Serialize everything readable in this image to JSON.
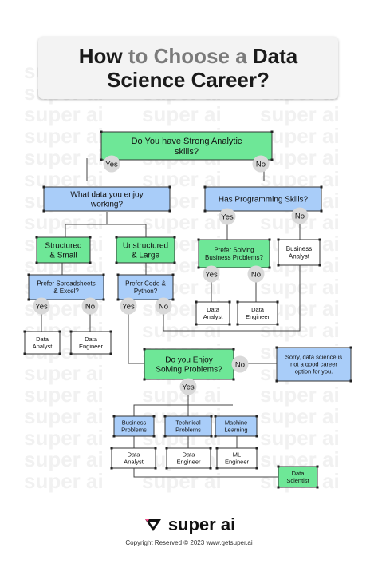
{
  "title": {
    "line1_a": "How ",
    "line1_b": "to Choose a ",
    "line1_c": "Data",
    "line2": "Science Career?"
  },
  "watermark": {
    "text": "super ai"
  },
  "colors": {
    "green": "#6ee797",
    "blue": "#a9cdf9",
    "blue_dark": "#8fbcf5",
    "white": "#ffffff",
    "circle": "#d9d9d9",
    "line": "#444444",
    "stroke": "#333333"
  },
  "nodes": {
    "q_analytic": [
      "Do You have Strong Analytic",
      "skills?"
    ],
    "q_data": [
      "What data you enjoy",
      "working?"
    ],
    "q_programming": [
      "Has Programming Skills?"
    ],
    "structured": [
      "Structured",
      "& Small"
    ],
    "unstructured": [
      "Unstructured",
      "& Large"
    ],
    "pref_spreadsheets": [
      "Prefer Spreadsheets",
      "& Excel?"
    ],
    "pref_code": [
      "Prefer Code &",
      "Python?"
    ],
    "pref_business": [
      "Prefer Solving",
      "Business Problems?"
    ],
    "business_analyst_top": [
      "Business",
      "Analyst"
    ],
    "da_left": [
      "Data",
      "Analyst"
    ],
    "de_left": [
      "Data",
      "Engineer"
    ],
    "da_mid": [
      "Data",
      "Analyst"
    ],
    "de_mid": [
      "Data",
      "Engineer"
    ],
    "q_solving": [
      "Do you Enjoy",
      "Solving Problems?"
    ],
    "sorry": [
      "Sorry, data science is",
      "not a good career",
      "option for you."
    ],
    "business_problems": [
      "Business",
      "Problems"
    ],
    "technical_problems": [
      "Technical",
      "Problems"
    ],
    "machine_learning": [
      "Machine",
      "Learning"
    ],
    "da_bottom": [
      "Data",
      "Analyst"
    ],
    "de_bottom": [
      "Data",
      "Engineer"
    ],
    "ml_engineer": [
      "ML",
      "Engineer"
    ],
    "data_scientist": [
      "Data",
      "Scientist"
    ]
  },
  "answers": {
    "yes_analytic": "Yes",
    "no_analytic": "No",
    "yes_programming": "Yes",
    "no_programming": "No",
    "yes_spreadsheets": "Yes",
    "no_spreadsheets": "No",
    "yes_code": "Yes",
    "no_code": "No",
    "yes_business": "Yes",
    "no_business": "No",
    "no_solving": "No",
    "yes_solving": "Yes"
  },
  "footer": {
    "logo_text": "super ai",
    "copyright": "Copyright Reserved © 2023 www.getsuper.ai"
  }
}
